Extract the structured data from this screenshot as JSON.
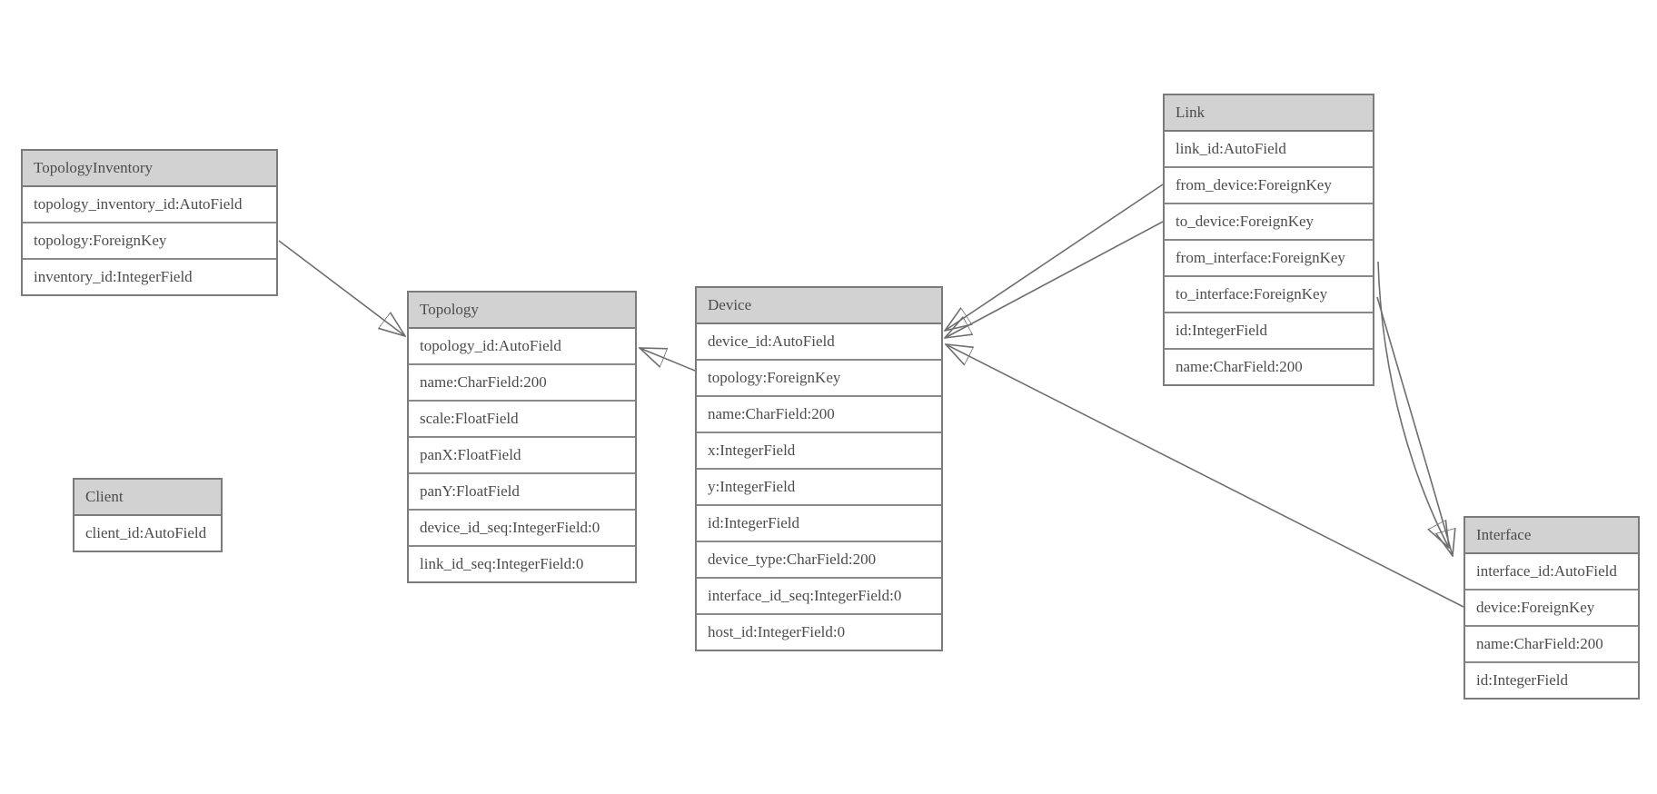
{
  "diagram": {
    "title": "",
    "colors": {
      "header_fill": "#d2d2d2",
      "row_fill": "#ffffff",
      "border": "#7b7b7b",
      "text": "#4c4c4c",
      "relation_line": "#6e6e6e",
      "arrowhead_fill": "#6b6b6b",
      "background": "#ffffff"
    },
    "entities": [
      {
        "name": "TopologyInventory",
        "fields": [
          "topology_inventory_id:AutoField",
          "topology:ForeignKey",
          "inventory_id:IntegerField"
        ]
      },
      {
        "name": "Topology",
        "fields": [
          "topology_id:AutoField",
          "name:CharField:200",
          "scale:FloatField",
          "panX:FloatField",
          "panY:FloatField",
          "device_id_seq:IntegerField:0",
          "link_id_seq:IntegerField:0"
        ]
      },
      {
        "name": "Client",
        "fields": [
          "client_id:AutoField"
        ]
      },
      {
        "name": "Device",
        "fields": [
          "device_id:AutoField",
          "topology:ForeignKey",
          "name:CharField:200",
          "x:IntegerField",
          "y:IntegerField",
          "id:IntegerField",
          "device_type:CharField:200",
          "interface_id_seq:IntegerField:0",
          "host_id:IntegerField:0"
        ]
      },
      {
        "name": "Link",
        "fields": [
          "link_id:AutoField",
          "from_device:ForeignKey",
          "to_device:ForeignKey",
          "from_interface:ForeignKey",
          "to_interface:ForeignKey",
          "id:IntegerField",
          "name:CharField:200"
        ]
      },
      {
        "name": "Interface",
        "fields": [
          "interface_id:AutoField",
          "device:ForeignKey",
          "name:CharField:200",
          "id:IntegerField"
        ]
      }
    ],
    "relations": [
      {
        "from": "TopologyInventory.topology",
        "to": "Topology"
      },
      {
        "from": "Device.topology",
        "to": "Topology"
      },
      {
        "from": "Link.from_device",
        "to": "Device"
      },
      {
        "from": "Link.to_device",
        "to": "Device"
      },
      {
        "from": "Link.from_interface",
        "to": "Interface"
      },
      {
        "from": "Link.to_interface",
        "to": "Interface"
      },
      {
        "from": "Interface.device",
        "to": "Device"
      }
    ]
  }
}
